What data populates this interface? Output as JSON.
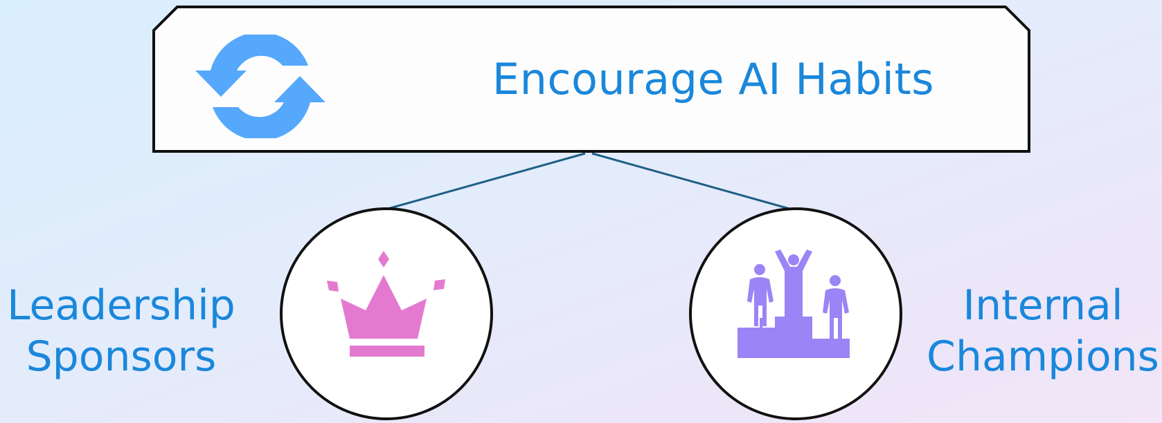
{
  "title": "Encourage AI Habits",
  "branches": [
    {
      "label_line1": "Leadership",
      "label_line2": "Sponsors",
      "icon": "crown-icon",
      "icon_color": "#e47ad0"
    },
    {
      "label_line1": "Internal",
      "label_line2": "Champions",
      "icon": "podium-icon",
      "icon_color": "#9b84f5"
    }
  ],
  "colors": {
    "title": "#1a87db",
    "sync_icon": "#55a8fb",
    "connector": "#1e5f86",
    "outline": "#111111"
  }
}
